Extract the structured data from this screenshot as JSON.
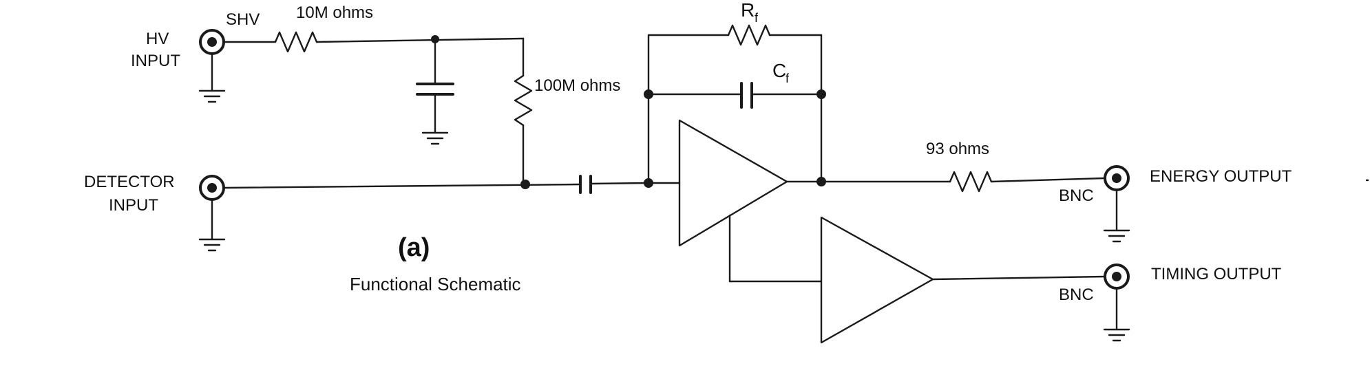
{
  "labels": {
    "hv_input_1": "HV",
    "hv_input_2": "INPUT",
    "shv": "SHV",
    "r_10m": "10M ohms",
    "r_100m": "100M ohms",
    "rf_main": "R",
    "rf_sub": "f",
    "cf_main": "C",
    "cf_sub": "f",
    "detector_input_1": "DETECTOR",
    "detector_input_2": "INPUT",
    "r_93": "93 ohms",
    "energy_output": "ENERGY OUTPUT",
    "timing_output": "TIMING OUTPUT",
    "bnc_energy": "BNC",
    "bnc_timing": "BNC",
    "figure_letter": "(a)",
    "caption": "Functional Schematic"
  },
  "icons": [
    "coax-connector-icon",
    "ground-icon",
    "resistor-icon",
    "capacitor-icon",
    "amplifier-icon",
    "junction-icon"
  ]
}
